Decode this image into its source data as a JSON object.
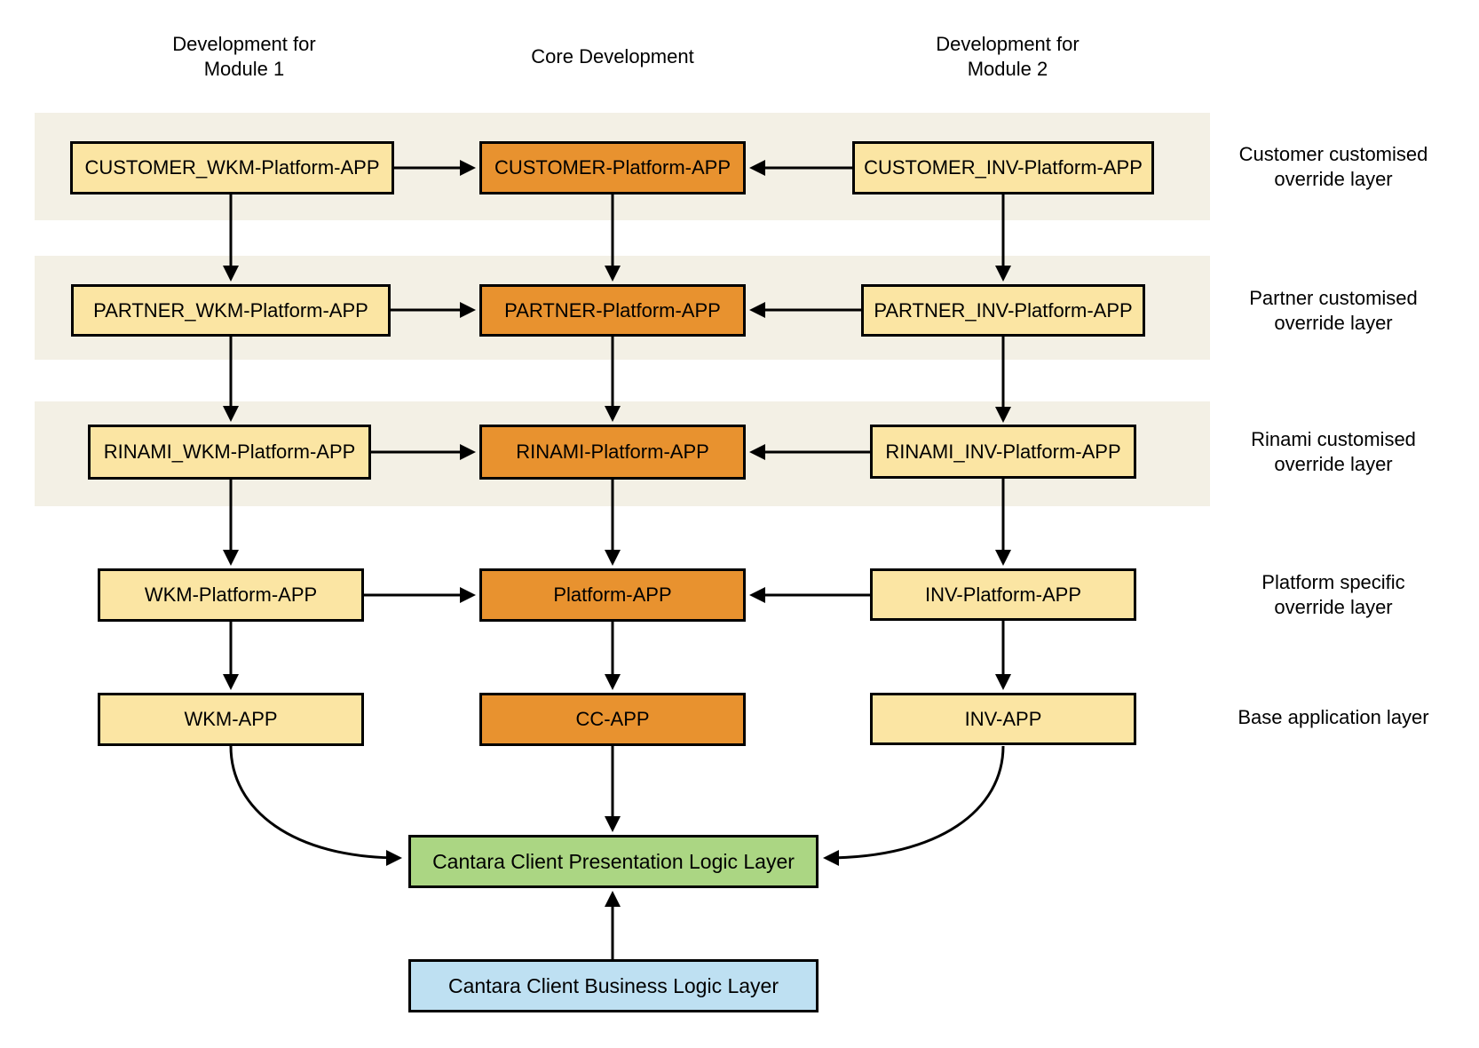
{
  "diagram": {
    "column_headers": [
      {
        "line1": "Development for",
        "line2": "Module 1"
      },
      {
        "line1": "Core Development",
        "line2": ""
      },
      {
        "line1": "Development for",
        "line2": "Module 2"
      }
    ],
    "nodes": {
      "customer_wkm": "CUSTOMER_WKM-Platform-APP",
      "customer_core": "CUSTOMER-Platform-APP",
      "customer_inv": "CUSTOMER_INV-Platform-APP",
      "partner_wkm": "PARTNER_WKM-Platform-APP",
      "partner_core": "PARTNER-Platform-APP",
      "partner_inv": "PARTNER_INV-Platform-APP",
      "rinami_wkm": "RINAMI_WKM-Platform-APP",
      "rinami_core": "RINAMI-Platform-APP",
      "rinami_inv": "RINAMI_INV-Platform-APP",
      "wkm_platform": "WKM-Platform-APP",
      "platform": "Platform-APP",
      "inv_platform": "INV-Platform-APP",
      "wkm_app": "WKM-APP",
      "cc_app": "CC-APP",
      "inv_app": "INV-APP",
      "presentation": "Cantara Client Presentation Logic Layer",
      "business": "Cantara Client Business Logic Layer"
    },
    "row_labels": [
      {
        "line1": "Customer customised",
        "line2": "override layer"
      },
      {
        "line1": "Partner customised",
        "line2": "override layer"
      },
      {
        "line1": "Rinami customised",
        "line2": "override layer"
      },
      {
        "line1": "Platform specific",
        "line2": "override layer"
      },
      {
        "line1": "Base application layer",
        "line2": ""
      }
    ],
    "colors": {
      "yellow_node": "#FBE5A3",
      "orange_node": "#E8922F",
      "green_node": "#ABD683",
      "blue_node": "#BEE0F2",
      "band": "#F3F0E5",
      "arrow": "#000000"
    }
  }
}
